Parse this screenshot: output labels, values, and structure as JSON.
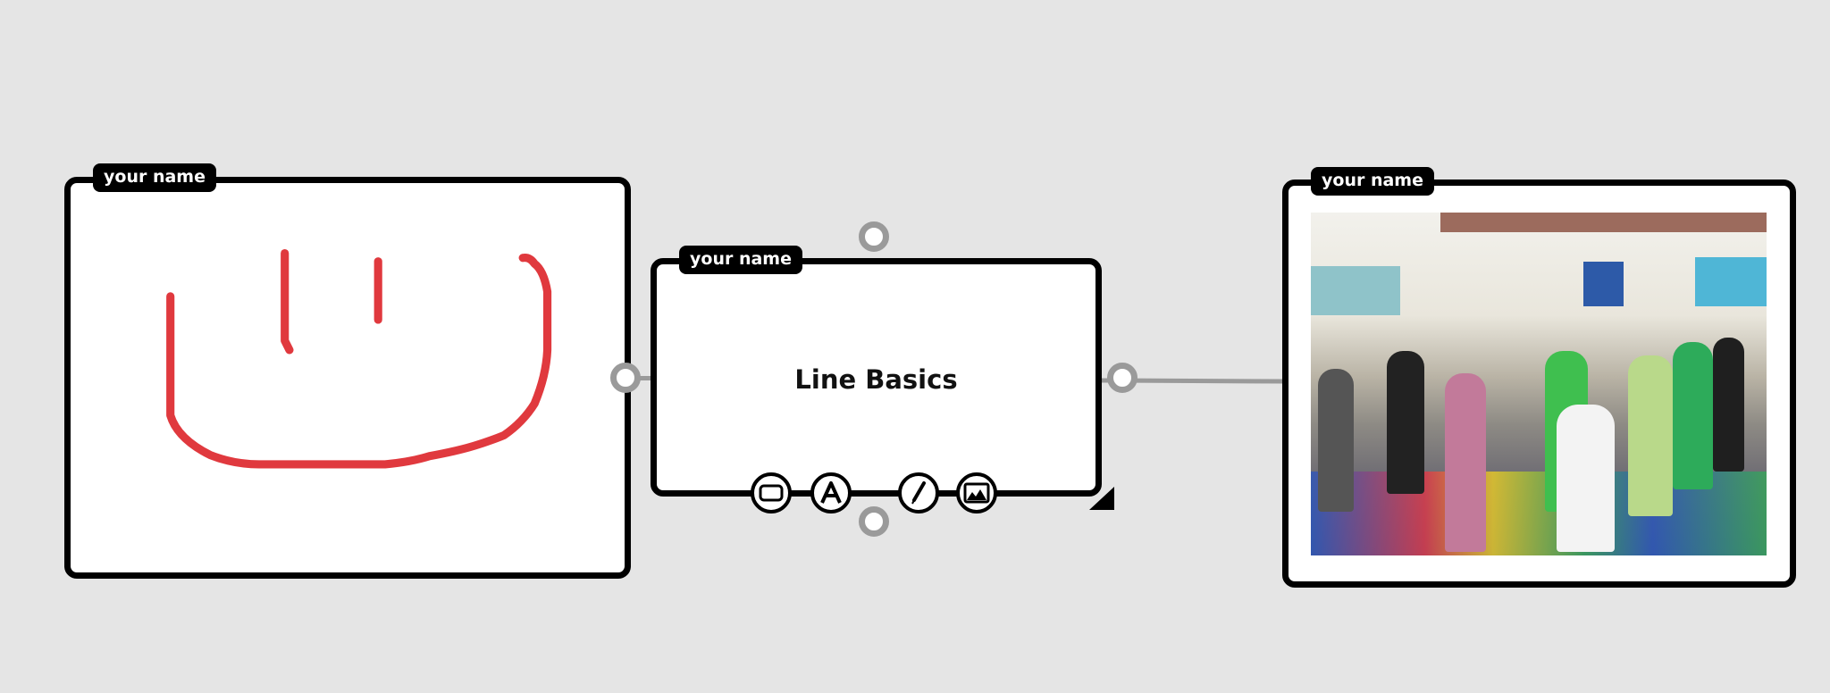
{
  "cards": [
    {
      "author": "your name"
    },
    {
      "author": "your name",
      "title": "Line Basics"
    },
    {
      "author": "your name"
    }
  ],
  "colors": {
    "drawing": "#e0393e",
    "connector": "#9a9a9a",
    "background": "#e5e5e5"
  },
  "toolbar": [
    "shape-icon",
    "text-icon",
    "pencil-icon",
    "image-icon"
  ]
}
